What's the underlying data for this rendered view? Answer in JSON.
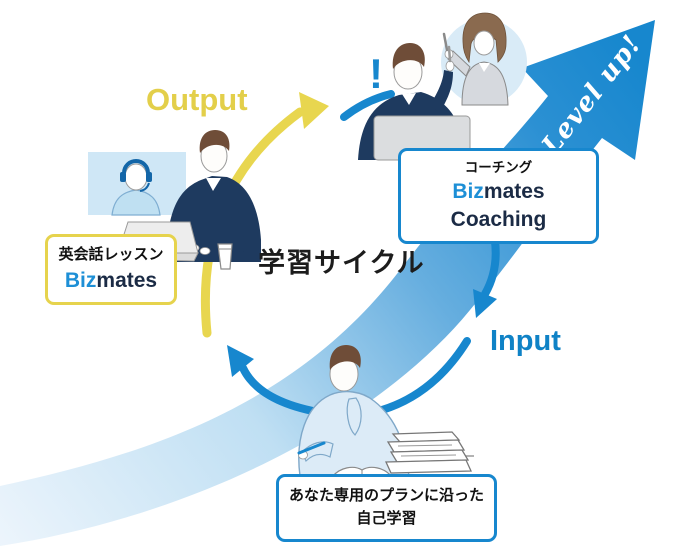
{
  "diagram": {
    "title": "学習サイクル",
    "output_label": "Output",
    "input_label": "Input",
    "level_up_label": "Level up!",
    "exclamation_mark": "!"
  },
  "boxes": {
    "lesson": {
      "category": "英会話レッスン",
      "brand_blue": "Biz",
      "brand_dark": "mates"
    },
    "coaching": {
      "category": "コーチング",
      "brand_blue": "Biz",
      "brand_dark": "mates Coaching"
    },
    "self_study": {
      "line1": "あなた専用のプランに沿った",
      "line2": "自己学習"
    }
  },
  "colors": {
    "accent_blue": "#1787CE",
    "accent_yellow": "#E6D34D",
    "navy_jacket": "#1E3A5F",
    "light_blue_panel": "#D9EBF7",
    "text_dark": "#1C1C1C"
  },
  "illustrations": {
    "lesson": "student on video call with online trainer",
    "coaching": "student receiving advice from coach",
    "self_study": "student writing beside stacked books"
  }
}
